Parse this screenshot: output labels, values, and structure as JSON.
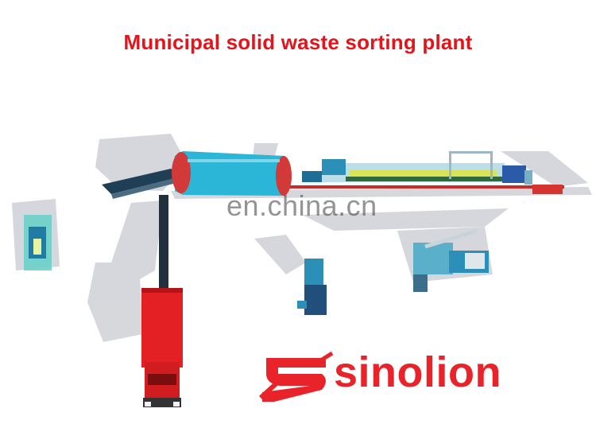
{
  "title": "Municipal solid waste sorting plant",
  "watermark": "en.china.cn",
  "brand": {
    "name": "sinolion",
    "color": "#e8232a"
  },
  "colors": {
    "title": "#e5141b",
    "truck": "#e32124",
    "drum": "#2bb5d6",
    "conveyor": "#1f3f57",
    "structure": "#5aa9c2",
    "shadow": "#c9cbd0",
    "redline": "#c92a2a"
  }
}
